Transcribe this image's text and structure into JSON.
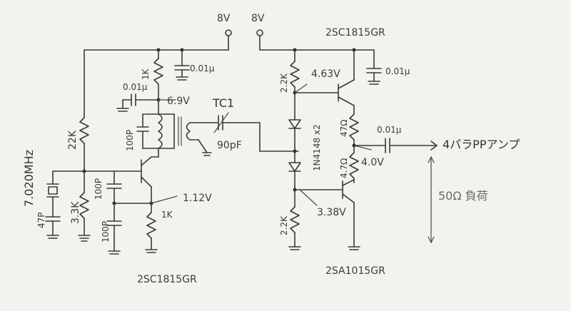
{
  "supply": {
    "left": "8V",
    "right": "8V"
  },
  "transistors": {
    "q_top": "2SC1815GR",
    "q_osc": "2SC1815GR",
    "q_pnp": "2SA1015GR"
  },
  "crystal": "7.020MHz",
  "trimmer": {
    "name": "TC1",
    "value": "90pF"
  },
  "output": "4パラPPアンプ",
  "load": "50Ω 負荷",
  "resistors": {
    "r_22k": "22K",
    "r_3_3k": "3.3K",
    "r_1k_top": "1K",
    "r_1k_emitter": "1K",
    "r_2_2k_top": "2.2K",
    "r_2_2k_bot": "2.2K",
    "r_47_top": "47Ω",
    "r_47_bot": "4.7Ω"
  },
  "capacitors": {
    "c_001_left": "0.01μ",
    "c_001_mid": "0.01μ",
    "c_001_right": "0.01μ",
    "c_001_out": "0.01μ",
    "c_47p": "47P",
    "c_100p_a": "100P",
    "c_100p_b": "100P",
    "c_100p_c": "100P"
  },
  "diodes": "1N4148 x2",
  "voltages": {
    "v_collector": "6.9V",
    "v_emitter": "1.12V",
    "v_top_base": "4.63V",
    "v_bias": "3.38V",
    "v_out": "4.0V"
  }
}
